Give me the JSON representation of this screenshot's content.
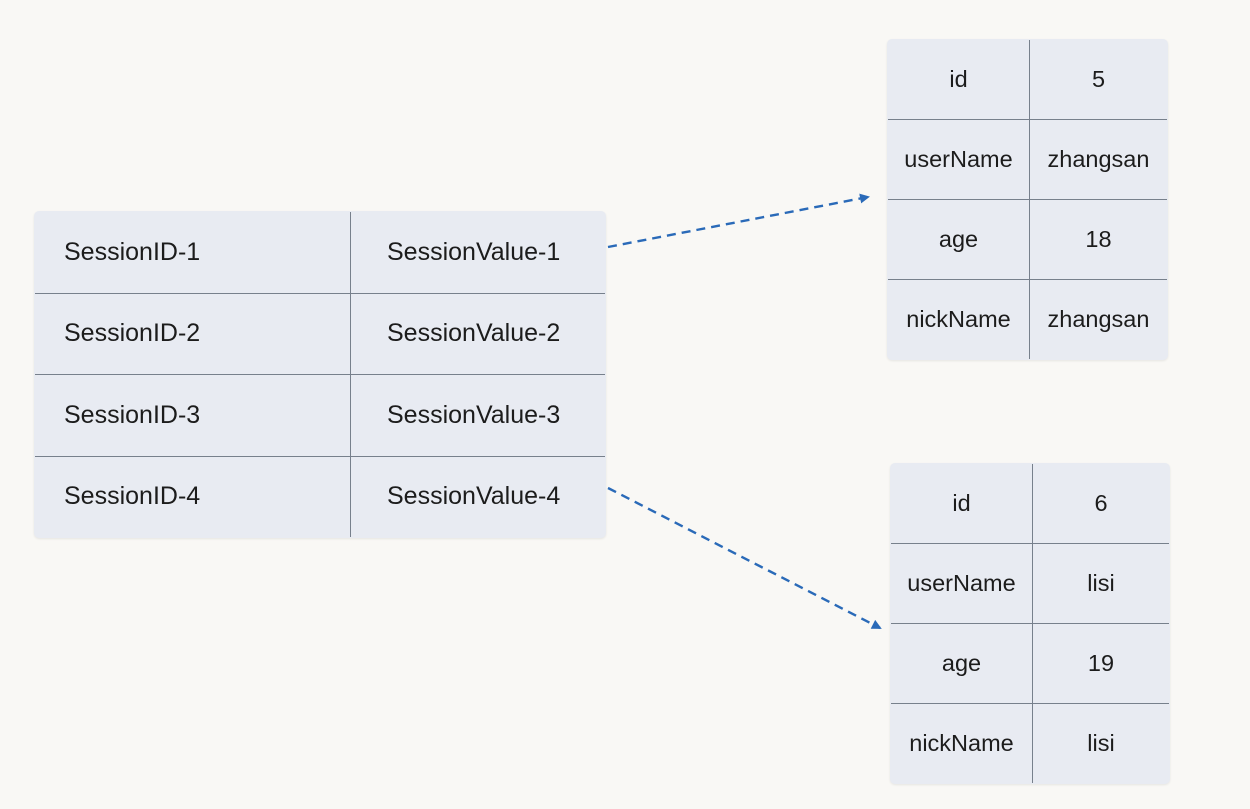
{
  "session_table": {
    "rows": [
      {
        "id": "SessionID-1",
        "value": "SessionValue-1"
      },
      {
        "id": "SessionID-2",
        "value": "SessionValue-2"
      },
      {
        "id": "SessionID-3",
        "value": "SessionValue-3"
      },
      {
        "id": "SessionID-4",
        "value": "SessionValue-4"
      }
    ]
  },
  "user_tables": [
    {
      "rows": [
        {
          "key": "id",
          "value": "5"
        },
        {
          "key": "userName",
          "value": "zhangsan"
        },
        {
          "key": "age",
          "value": "18"
        },
        {
          "key": "nickName",
          "value": "zhangsan"
        }
      ]
    },
    {
      "rows": [
        {
          "key": "id",
          "value": "6"
        },
        {
          "key": "userName",
          "value": "lisi"
        },
        {
          "key": "age",
          "value": "19"
        },
        {
          "key": "nickName",
          "value": "lisi"
        }
      ]
    }
  ],
  "colors": {
    "arrow": "#2a6ab8",
    "cell_fill": "#e8ebf2",
    "border": "#6f7784",
    "background": "#f9f8f5"
  }
}
